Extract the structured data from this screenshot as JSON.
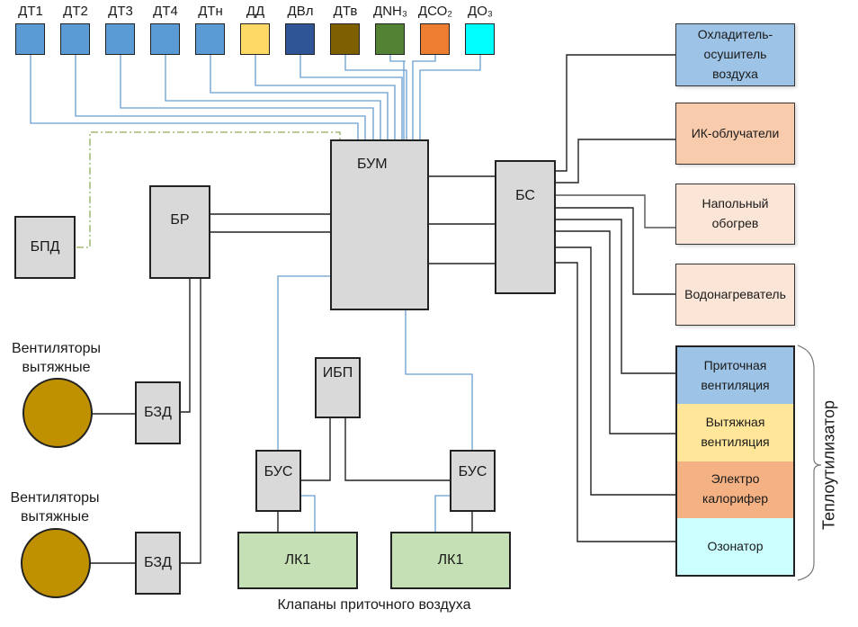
{
  "sensors": [
    {
      "label": "ДТ1",
      "color": "#5b9bd5"
    },
    {
      "label": "ДТ2",
      "color": "#5b9bd5"
    },
    {
      "label": "ДТ3",
      "color": "#5b9bd5"
    },
    {
      "label": "ДТ4",
      "color": "#5b9bd5"
    },
    {
      "label": "ДТн",
      "color": "#5b9bd5"
    },
    {
      "label": "ДД",
      "color": "#ffd966"
    },
    {
      "label": "ДВл",
      "color": "#2f5597"
    },
    {
      "label": "ДТв",
      "color": "#7f6000"
    },
    {
      "label": "ДNH₃",
      "color": "#548235"
    },
    {
      "label": "ДСО₂",
      "color": "#ed7d31"
    },
    {
      "label": "ДО₃",
      "color": "#00ffff"
    }
  ],
  "blocks": {
    "bum": "БУМ",
    "bs": "БС",
    "br": "БР",
    "bpd": "БПД",
    "bzd_1": "БЗД",
    "bzd_2": "БЗД",
    "ibp": "ИБП",
    "bus_1": "БУС",
    "bus_2": "БУС",
    "lk_1": "ЛК1",
    "lk_2": "ЛК1"
  },
  "fans": [
    {
      "label": "Вентиляторы вытяжные",
      "color": "#bf9000"
    },
    {
      "label": "Вентиляторы вытяжные",
      "color": "#bf9000"
    }
  ],
  "outputs": [
    {
      "label": "Охладитель-осушитель воздуха",
      "color": "#9dc3e6"
    },
    {
      "label": "ИК-облучатели",
      "color": "#f8cbad"
    },
    {
      "label": "Напольный обогрев",
      "color": "#fbe5d6"
    },
    {
      "label": "Водонагреватель",
      "color": "#fbe5d6"
    }
  ],
  "heat_recovery": {
    "label": "Теплоутилизатор",
    "parts": [
      {
        "label": "Приточная вентиляция",
        "color": "#9dc3e6"
      },
      {
        "label": "Вытяжная вентиляция",
        "color": "#ffe699"
      },
      {
        "label": "Электро калорифер",
        "color": "#f4b183"
      },
      {
        "label": "Озонатор",
        "color": "#ccffff"
      }
    ]
  },
  "valves_caption": "Клапаны приточного воздуха",
  "colors": {
    "block_fill": "#d9d9d9",
    "sensor_wire": "#5b9bd5",
    "power_wire": "#222222",
    "radio_link": "#70ad47",
    "valve_fill": "#c5e0b4"
  }
}
